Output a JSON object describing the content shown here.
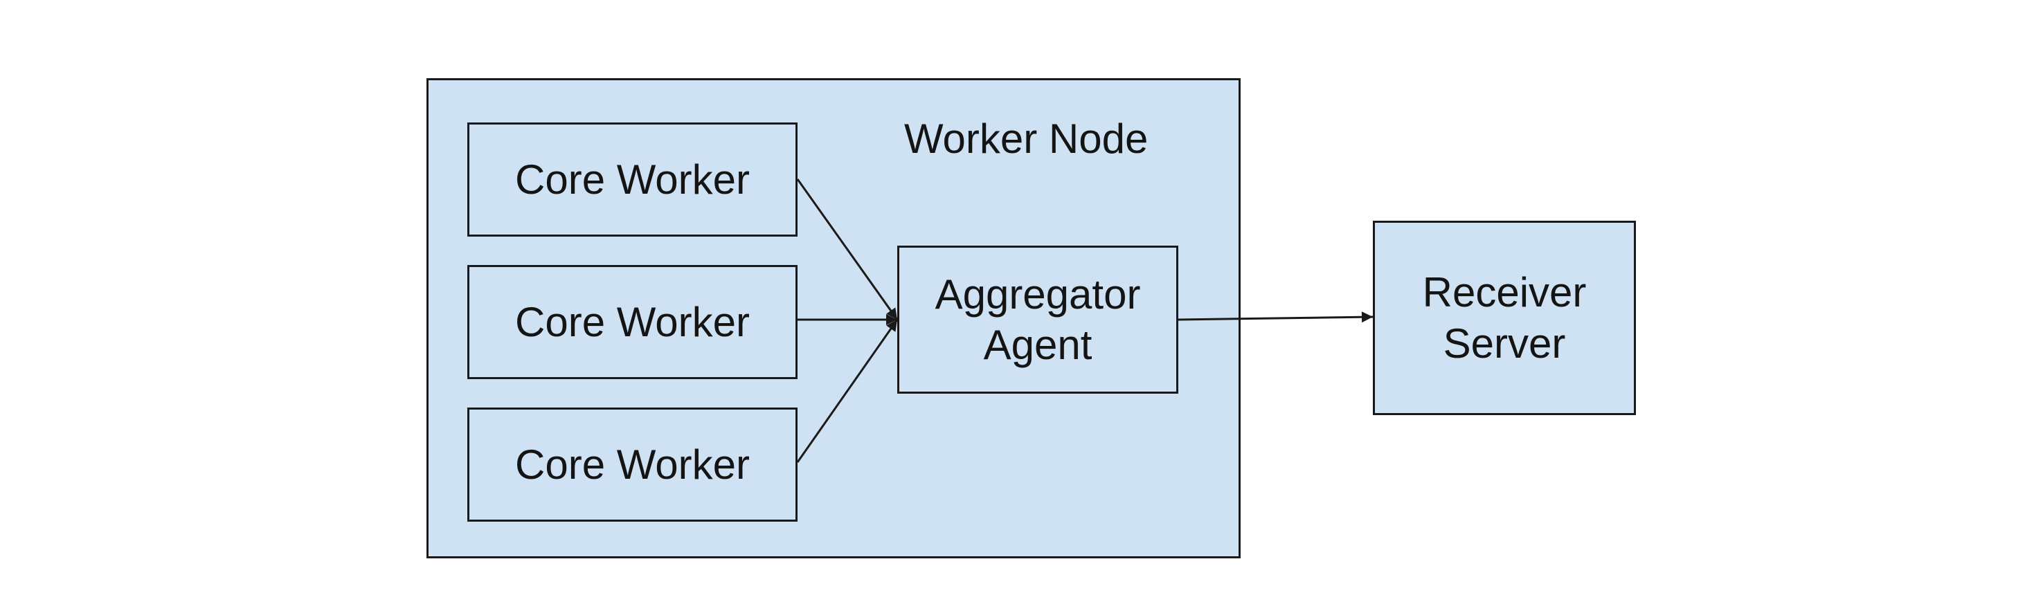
{
  "worker_node": {
    "title": "Worker Node"
  },
  "core_workers": [
    {
      "label": "Core Worker"
    },
    {
      "label": "Core Worker"
    },
    {
      "label": "Core Worker"
    }
  ],
  "aggregator": {
    "label": "Aggregator\nAgent"
  },
  "receiver": {
    "label": "Receiver\nServer"
  },
  "colors": {
    "box_fill": "#cfe2f3",
    "border": "#1a1a1a",
    "arrow": "#1a1a1a"
  }
}
